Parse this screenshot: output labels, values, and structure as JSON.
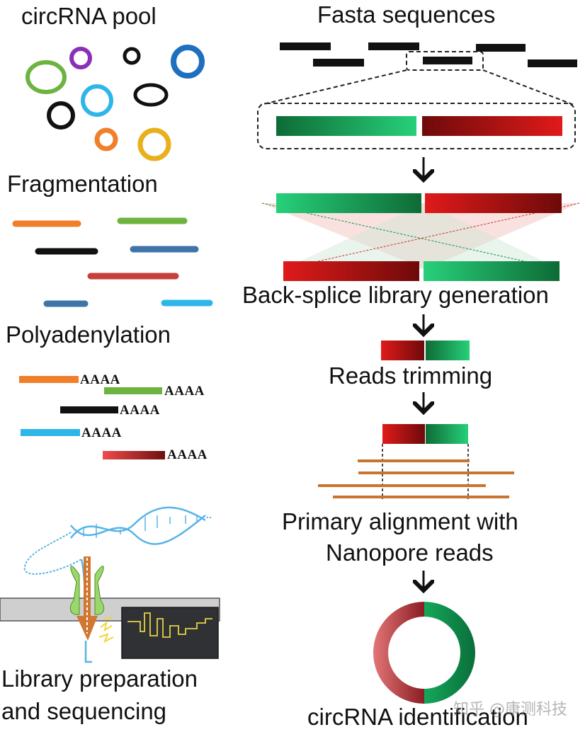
{
  "left_panel": {
    "pool_title": "circRNA pool",
    "fragmentation_title": "Fragmentation",
    "polyadenylation_title": "Polyadenylation",
    "polya_tail": "AAAA",
    "library_prep_line1": "Library preparation",
    "library_prep_line2": "and sequencing"
  },
  "right_panel": {
    "fasta_title": "Fasta sequences",
    "backsplice_label": "Back-splice library generation",
    "trimming_label": "Reads trimming",
    "alignment_line1": "Primary alignment with",
    "alignment_line2": "Nanopore reads",
    "identification_label": "circRNA identification"
  },
  "watermark": "知乎 @康测科技",
  "colors": {
    "orange": "#f07f2c",
    "green": "#6db33f",
    "purple": "#8b2fb8",
    "blue": "#1f6fc0",
    "cyan": "#2fb6e8",
    "gold": "#e8b01c",
    "black": "#111111",
    "steel_blue": "#3f74a8",
    "red": "#d8403a",
    "exon_green": "#1aa35a",
    "exon_red": "#c41e1e",
    "nanopore_read": "#c8742e"
  }
}
